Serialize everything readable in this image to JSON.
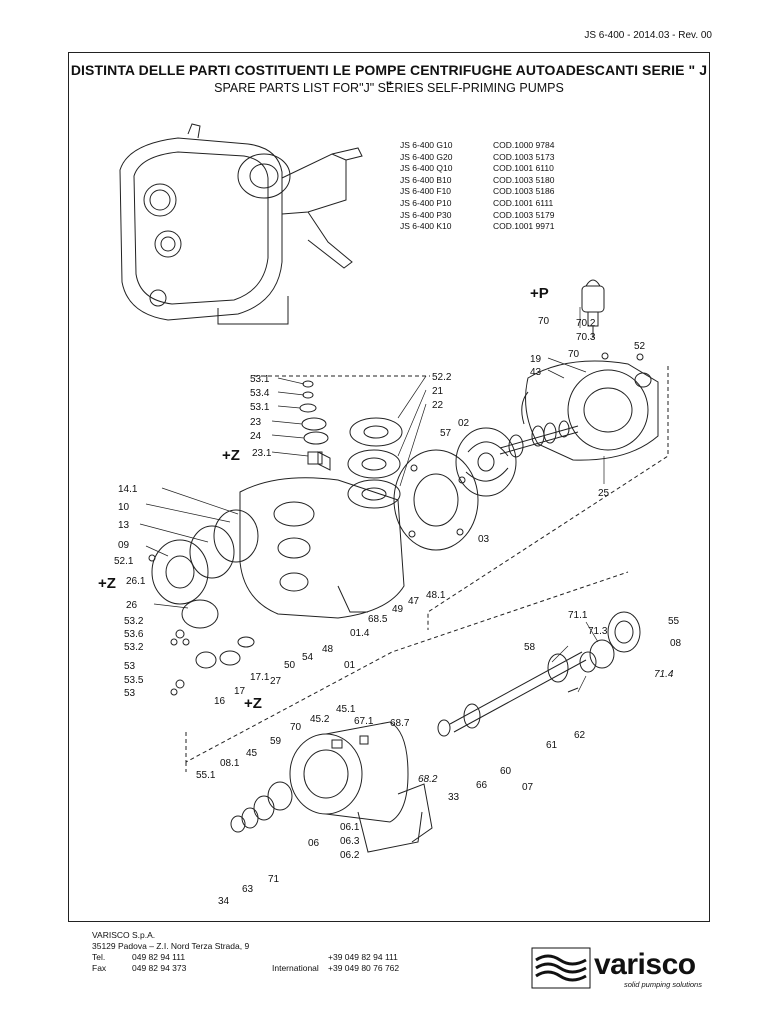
{
  "header": {
    "doc_ref": "JS 6-400 - 2014.03 - Rev. 00",
    "title_it": "DISTINTA DELLE PARTI COSTITUENTI LE POMPE  CENTRIFUGHE AUTOADESCANTI SERIE \" J \"",
    "title_en": "SPARE PARTS LIST FOR\"J\" SERIES SELF-PRIMING PUMPS"
  },
  "models": [
    {
      "model": "JS 6-400 G10",
      "code": "COD.1000 9784"
    },
    {
      "model": "JS 6-400 G20",
      "code": "COD.1003 5173"
    },
    {
      "model": "JS 6-400 Q10",
      "code": "COD.1001 6110"
    },
    {
      "model": "JS 6-400 B10",
      "code": "COD.1003 5180"
    },
    {
      "model": "JS 6-400 F10",
      "code": "COD.1003 5186"
    },
    {
      "model": "JS 6-400 P10",
      "code": "COD.1001 6111"
    },
    {
      "model": "JS 6-400 P30",
      "code": "COD.1003 5179"
    },
    {
      "model": "JS 6-400 K10",
      "code": "COD.1001 9971"
    }
  ],
  "labels": {
    "p": "+P",
    "z1": "+Z",
    "z2": "+Z",
    "z3": "+Z",
    "l70a": "70",
    "l70_2": "70.2",
    "l70_3": "70.3",
    "l70b": "70",
    "l52": "52",
    "l19": "19",
    "l43": "43",
    "l25": "25",
    "l53_1a": "53.1",
    "l53_4": "53.4",
    "l53_1b": "53.1",
    "l23": "23",
    "l24": "24",
    "l23_1": "23.1",
    "l52_2": "52.2",
    "l21": "21",
    "l22": "22",
    "l57": "57",
    "l02": "02",
    "l03": "03",
    "l14_1": "14.1",
    "l10": "10",
    "l13": "13",
    "l09": "09",
    "l52_1": "52.1",
    "l26_1": "26.1",
    "l26": "26",
    "l53_2a": "53.2",
    "l53_6": "53.6",
    "l53_2b": "53.2",
    "l53a": "53",
    "l53_5": "53.5",
    "l53b": "53",
    "l16": "16",
    "l17": "17",
    "l17_1": "17.1",
    "l27": "27",
    "l50": "50",
    "l54": "54",
    "l48": "48",
    "l01_4": "01.4",
    "l68_5": "68.5",
    "l49": "49",
    "l47": "47",
    "l48_1": "48.1",
    "l01": "01",
    "l71_1": "71.1",
    "l71_3": "71.3",
    "l55a": "55",
    "l08": "08",
    "l71_4": "71.4",
    "l58": "58",
    "l62": "62",
    "l61": "61",
    "l07": "07",
    "l60": "60",
    "l66": "66",
    "l33": "33",
    "l70c": "70",
    "l45_2": "45.2",
    "l45_1": "45.1",
    "l67_1": "67.1",
    "l68_7": "68.7",
    "l68_2": "68.2",
    "l59": "59",
    "l45": "45",
    "l08_1": "08.1",
    "l55_1": "55.1",
    "l06_1": "06.1",
    "l06": "06",
    "l06_3": "06.3",
    "l06_2": "06.2",
    "l34": "34",
    "l63": "63",
    "l71": "71"
  },
  "footer": {
    "company": "VARISCO S.p.A.",
    "address": "35129 Padova – Z.I. Nord Terza Strada, 9",
    "tel_label": "Tel.",
    "tel": "049 82 94 111",
    "intl_tel": "+39 049 82 94 111",
    "fax_label": "Fax",
    "fax": "049 82 94 373",
    "intl_label": "International",
    "intl_fax": "+39 049 80 76 762"
  },
  "logo": {
    "word": "varisco",
    "tagline": "solid pumping solutions",
    "mark_icon": "waves-icon"
  }
}
